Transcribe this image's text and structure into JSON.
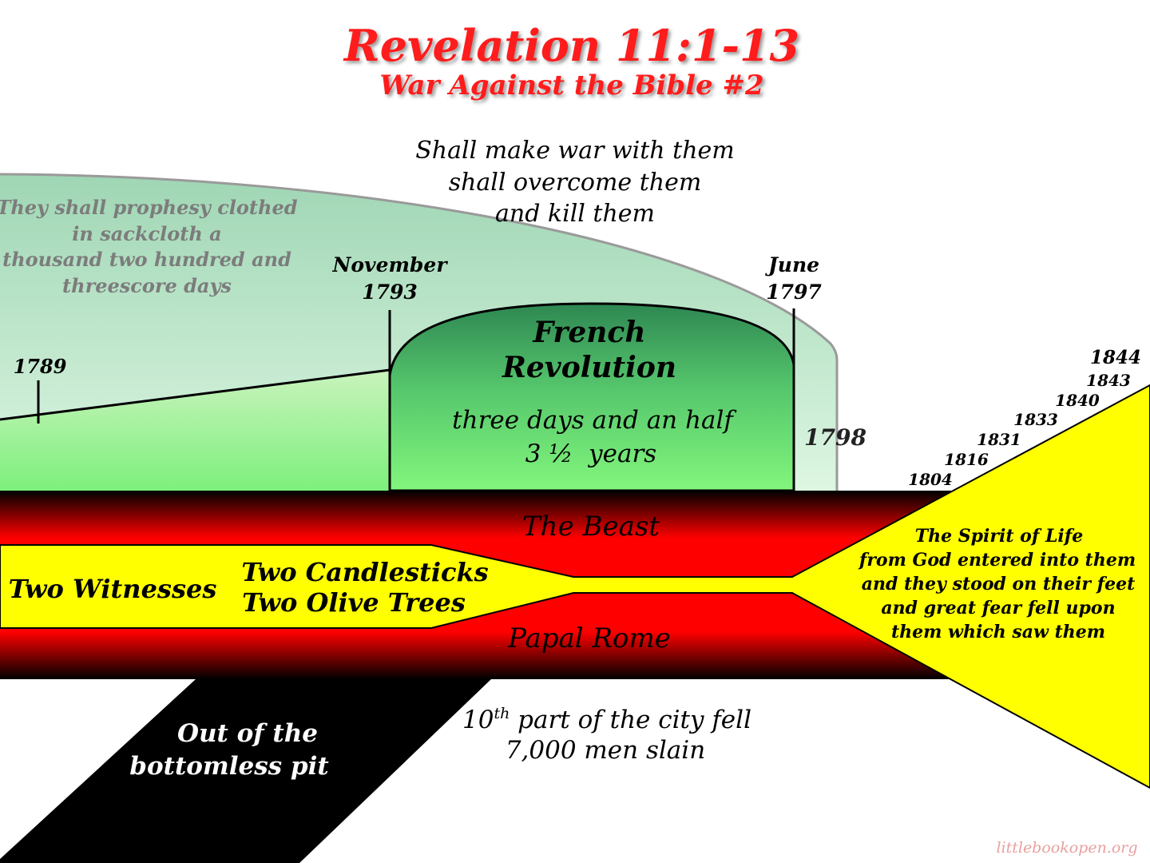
{
  "title": "Revelation 11:1-13",
  "subtitle": "War Against the Bible #2",
  "war_text": [
    "Shall make war with them",
    "shall overcome them",
    "and kill them"
  ],
  "prophesy_text": [
    "They shall prophesy clothed",
    "in sackcloth a",
    "thousand two hundred and",
    "threescore days"
  ],
  "dates": {
    "d1789": "1789",
    "nov_1793": [
      "November",
      "1793"
    ],
    "june_1797": [
      "June",
      "1797"
    ],
    "d1798": "1798"
  },
  "french_revolution": {
    "title": [
      "French",
      "Revolution"
    ],
    "duration": [
      "three days and an half",
      "3 ½  years"
    ]
  },
  "bands": {
    "beast": "The Beast",
    "papal": "Papal Rome",
    "witnesses": "Two Witnesses",
    "candles": [
      "Two Candlesticks",
      "Two Olive Trees"
    ]
  },
  "spirit_text": [
    "The Spirit of Life",
    "from God entered into them",
    "and they stood on their feet",
    "and great fear fell upon",
    "them which saw them"
  ],
  "timeline_years": [
    "1804",
    "1816",
    "1831",
    "1833",
    "1840",
    "1843",
    "1844"
  ],
  "pit_text": [
    "Out of the",
    "bottomless pit"
  ],
  "city_text": {
    "num": "10",
    "sup": "th",
    "rest": " part of the city fell",
    "line2": "7,000 men slain"
  },
  "watermark": "littlebookopen.org",
  "colors": {
    "title_red": "#ff1a1a",
    "beast_red": "#ff0000",
    "witness_yellow": "#ffff00",
    "arc_green": "#a8dcbc",
    "revolution_green": "#2e8a52"
  }
}
